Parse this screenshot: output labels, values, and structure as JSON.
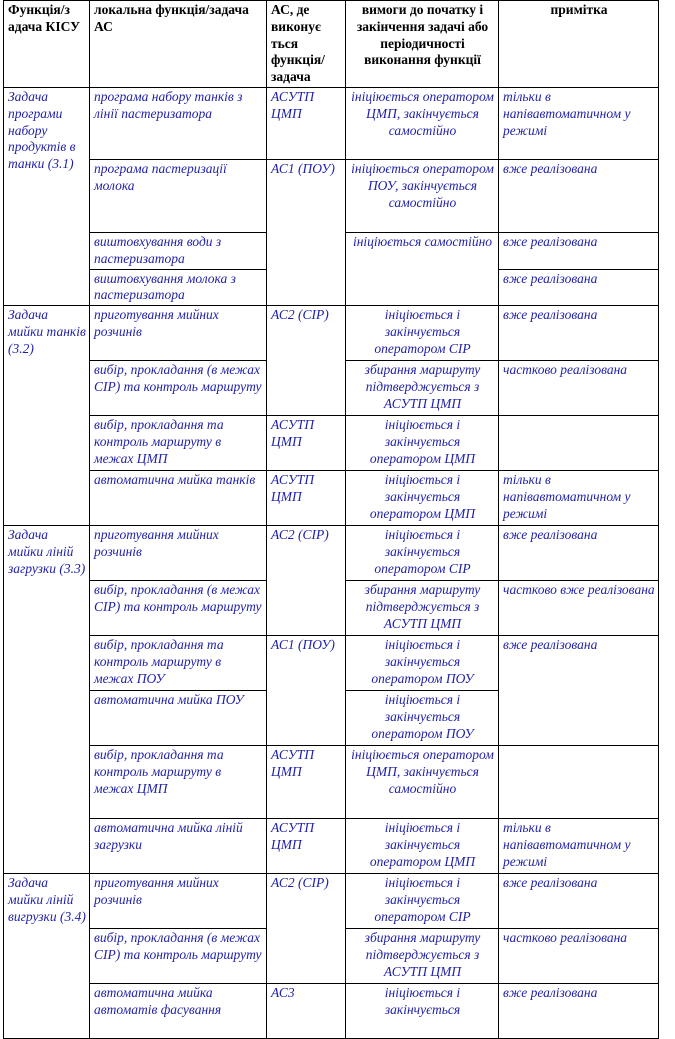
{
  "header": {
    "func": "Функція/з адача КІСУ",
    "local": "локальна функція/задача АС",
    "as": "АС, де виконує ться функція/ задача",
    "req": "вимоги до початку і закінчення задачі або періодичності виконання функції",
    "note": "примітка"
  },
  "groups": [
    {
      "label": "Задача програми набору продуктів в танки (3.1)",
      "rows": [
        {
          "local": "програма набору танків з лінії пастеризатора",
          "as": "АСУТП ЦМП",
          "req": "ініціюється оператором ЦМП, закінчується самостійно",
          "note": "тільки в напівавтоматичном у режимі"
        },
        {
          "local": "програма пастеризації молока",
          "as": "АС1 (ПОУ)",
          "req": "ініціюється оператором ПОУ, закінчується самостійно",
          "note": "вже реалізована"
        },
        {
          "local": "виштовхування води з пастеризатора",
          "req": "ініціюється самостійно",
          "note": "вже реалізована"
        },
        {
          "local": "виштовхування молока з пастеризатора",
          "note": "вже реалізована"
        }
      ]
    },
    {
      "label": "Задача мийки танків (3.2)",
      "rows": [
        {
          "local": "приготування мийних розчинів",
          "as": "АС2 (CIP)",
          "req": "ініціюється і закінчується оператором CIP",
          "note": "вже реалізована"
        },
        {
          "local": "вибір, прокладання (в межах CIP) та контроль маршруту",
          "req": "збирання маршруту підтверджується з АСУТП ЦМП",
          "note": "частково реалізована"
        },
        {
          "local": "вибір, прокладання та контроль маршруту в межах ЦМП",
          "as": "АСУТП ЦМП",
          "req": "ініціюється і закінчується оператором ЦМП",
          "note": ""
        },
        {
          "local": "автоматична мийка танків",
          "as": "АСУТП ЦМП",
          "req": "ініціюється і закінчується оператором ЦМП",
          "note": "тільки в напівавтоматичном у режимі"
        }
      ]
    },
    {
      "label": "Задача мийки ліній загрузки (3.3)",
      "rows": [
        {
          "local": "приготування мийних розчинів",
          "as": "АС2 (CIP)",
          "req": "ініціюється і закінчується оператором CIP",
          "note": "вже реалізована"
        },
        {
          "local": "вибір, прокладання (в межах CIP) та контроль маршруту",
          "req": "збирання маршруту підтверджується з АСУТП ЦМП",
          "note": "частково вже реалізована"
        },
        {
          "local": "вибір, прокладання та контроль маршруту в межах ПОУ",
          "as": "АС1 (ПОУ)",
          "req": "ініціюється і закінчується оператором ПОУ",
          "note": "вже реалізована"
        },
        {
          "local": "автоматична мийка ПОУ",
          "req": "ініціюється і закінчується оператором ПОУ"
        },
        {
          "local": "вибір, прокладання та контроль маршруту в межах ЦМП",
          "as": "АСУТП ЦМП",
          "req": "ініціюється оператором ЦМП, закінчується самостійно",
          "note": ""
        },
        {
          "local": "автоматична мийка ліній загрузки",
          "as": "АСУТП ЦМП",
          "req": "ініціюється і закінчується оператором ЦМП",
          "note": "тільки в напівавтоматичном у режимі"
        }
      ]
    },
    {
      "label": "Задача мийки ліній вигрузки (3.4)",
      "rows": [
        {
          "local": "приготування мийних розчинів",
          "as": "АС2 (CIP)",
          "req": "ініціюється і закінчується оператором CIP",
          "note": "вже реалізована"
        },
        {
          "local": "вибір, прокладання (в межах CIP) та контроль маршруту",
          "req": "збирання маршруту підтверджується з АСУТП ЦМП",
          "note": "частково реалізована"
        },
        {
          "local": "автоматична мийка автоматів фасування",
          "as": "АС3",
          "req": "ініціюється і закінчується",
          "note": "вже реалізована"
        }
      ]
    }
  ]
}
